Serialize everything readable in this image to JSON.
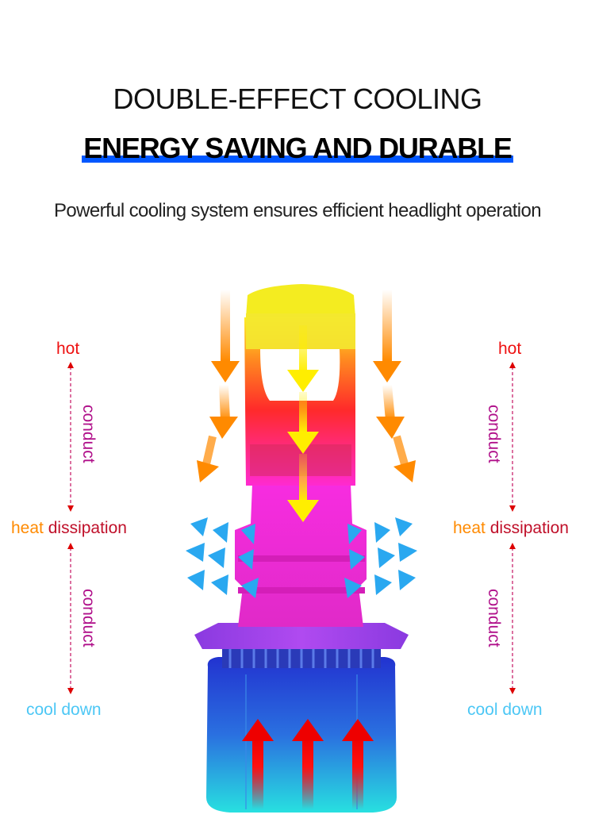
{
  "header": {
    "title": "DOUBLE-EFFECT COOLING",
    "subtitle": "ENERGY SAVING AND DURABLE",
    "description": "Powerful cooling system ensures efficient headlight operation"
  },
  "diagram": {
    "labels": {
      "hot": "hot",
      "conduct": "conduct",
      "heat": "heat",
      "dissipation": "dissipation",
      "cool_down": "cool down"
    },
    "colors": {
      "accent_bar": "#0057ff",
      "hot": "#ee1111",
      "cool": "#4cc7f5",
      "conduct": "#b0108a",
      "heat": "#ff8a00"
    }
  }
}
